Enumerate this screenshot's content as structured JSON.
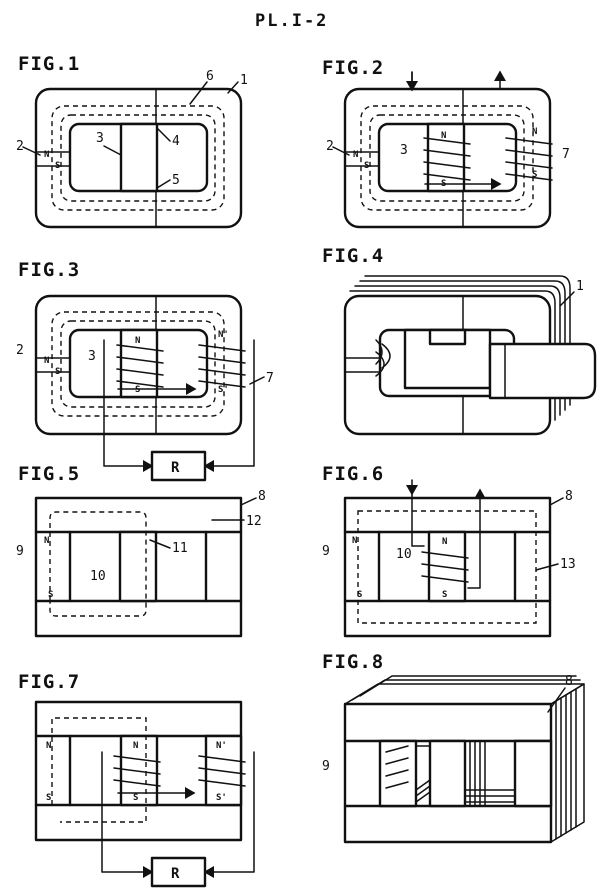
{
  "plate": {
    "title": "PL.I-2"
  },
  "figures": {
    "fig1": {
      "label": "FIG.1",
      "refs": [
        "1",
        "2",
        "3",
        "4",
        "5",
        "6"
      ],
      "poles": [
        "N",
        "S"
      ]
    },
    "fig2": {
      "label": "FIG.2",
      "refs": [
        "2",
        "3",
        "7"
      ],
      "poles": [
        "N",
        "S",
        "N",
        "S",
        "N",
        "S"
      ]
    },
    "fig3": {
      "label": "FIG.3",
      "refs": [
        "2",
        "3",
        "7"
      ],
      "poles": [
        "N",
        "S",
        "N",
        "S",
        "N'",
        "S'"
      ],
      "load": "R"
    },
    "fig4": {
      "label": "FIG.4",
      "refs": [
        "1"
      ]
    },
    "fig5": {
      "label": "FIG.5",
      "refs": [
        "8",
        "9",
        "10",
        "11",
        "12"
      ],
      "poles": [
        "N",
        "S"
      ]
    },
    "fig6": {
      "label": "FIG.6",
      "refs": [
        "8",
        "9",
        "10",
        "13"
      ],
      "poles": [
        "N",
        "S",
        "N",
        "S"
      ]
    },
    "fig7": {
      "label": "FIG.7",
      "poles": [
        "N",
        "S",
        "N",
        "S",
        "N'",
        "S'"
      ],
      "load": "R"
    },
    "fig8": {
      "label": "FIG.8",
      "refs": [
        "8",
        "9"
      ]
    }
  },
  "colors": {
    "ink": "#111111",
    "paper": "#ffffff"
  }
}
